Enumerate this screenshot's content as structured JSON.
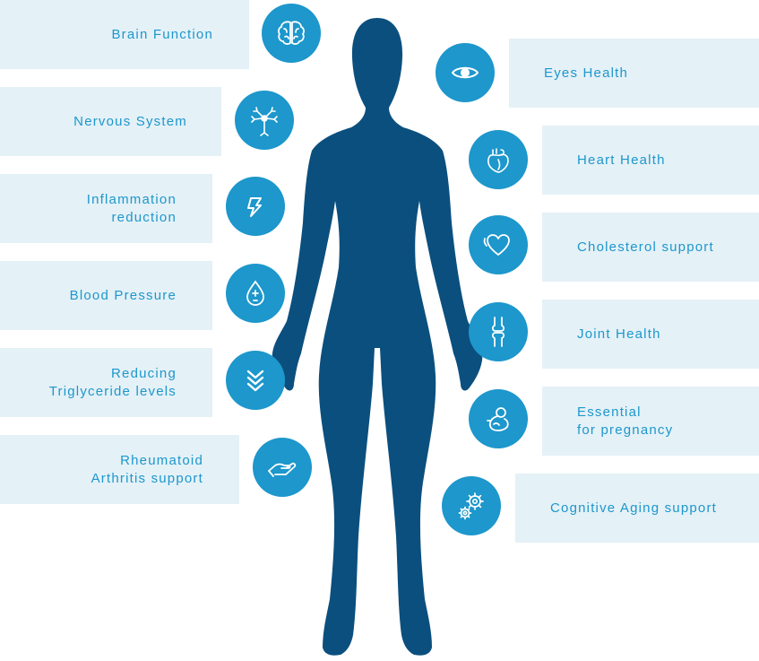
{
  "colors": {
    "accent": "#1d97cc",
    "panel": "#e4f1f7",
    "silhouette": "#0b4f7e"
  },
  "left_benefits": [
    {
      "label": "Brain Function",
      "icon": "brain-icon"
    },
    {
      "label": "Nervous System",
      "icon": "neuron-icon"
    },
    {
      "label": "Inflammation\nreduction",
      "icon": "lightning-icon"
    },
    {
      "label": "Blood Pressure",
      "icon": "blood-drop-icon"
    },
    {
      "label": "Reducing\nTriglyceride levels",
      "icon": "chevrons-down-icon"
    },
    {
      "label": "Rheumatoid\nArthritis support",
      "icon": "hand-icon"
    }
  ],
  "right_benefits": [
    {
      "label": "Eyes Health",
      "icon": "eye-icon"
    },
    {
      "label": "Heart Health",
      "icon": "heart-organ-icon"
    },
    {
      "label": "Cholesterol support",
      "icon": "heart-icon"
    },
    {
      "label": "Joint Health",
      "icon": "bone-joint-icon"
    },
    {
      "label": "Essential\nfor pregnancy",
      "icon": "fetus-icon"
    },
    {
      "label": "Cognitive Aging support",
      "icon": "gears-icon"
    }
  ]
}
